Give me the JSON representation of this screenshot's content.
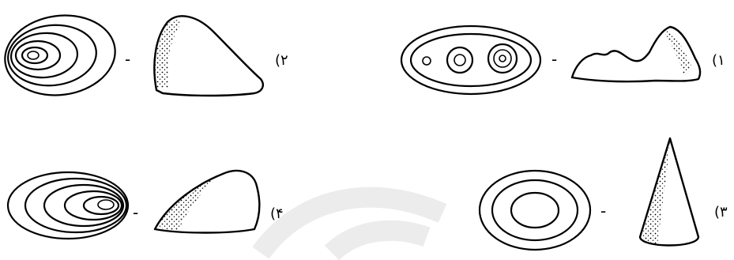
{
  "options": [
    {
      "label": "(۱",
      "pair_dash": "-"
    },
    {
      "label": "(۲",
      "pair_dash": "-"
    },
    {
      "label": "(۳",
      "pair_dash": "-"
    },
    {
      "label": "(۴",
      "pair_dash": "-"
    }
  ]
}
